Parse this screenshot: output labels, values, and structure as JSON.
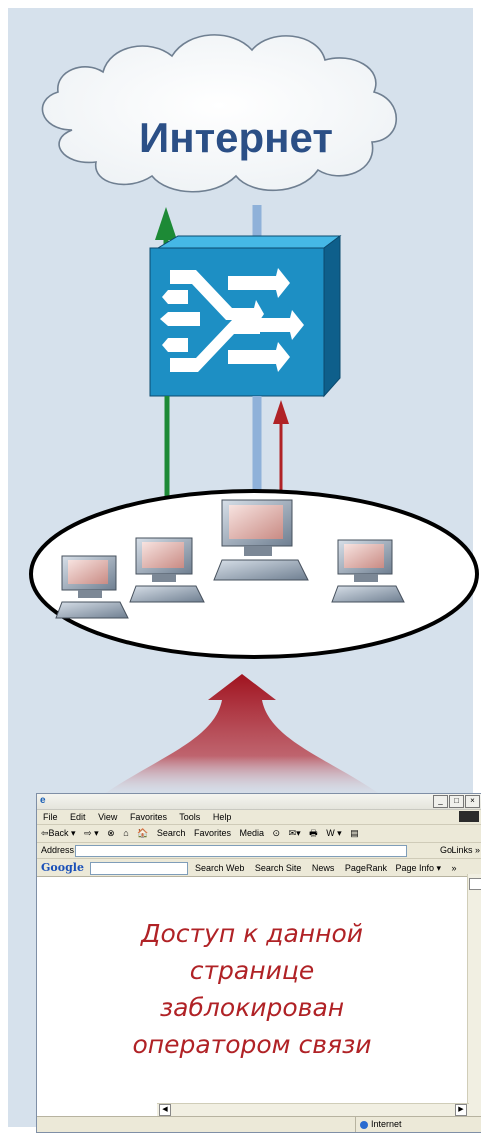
{
  "diagram": {
    "internet_label": "Интернет",
    "colors": {
      "panel": "#d6e1ec",
      "switch_front": "#1d8fc4",
      "switch_top": "#45b8e6",
      "switch_side": "#0e5f8b",
      "green_arrow": "#1d8a36",
      "red_arrow": "#b02226",
      "blue_link": "#8fb1d9"
    },
    "nodes": [
      "cloud-internet",
      "network-switch",
      "local-network",
      "computer-1",
      "computer-2",
      "computer-3",
      "computer-4"
    ]
  },
  "browser": {
    "menu": [
      "File",
      "Edit",
      "View",
      "Favorites",
      "Tools",
      "Help"
    ],
    "toolbar": [
      "⇦Back ▾",
      "⇨ ▾",
      "⊗",
      "⌂",
      "🏠",
      "Search",
      "Favorites",
      "Media",
      "⊙",
      "✉▾",
      "🖶",
      "W ▾",
      "▤"
    ],
    "address_label": "Address",
    "go_label": "Go",
    "links_label": "Links »",
    "google_label": "Google",
    "google_items": [
      "Search Web",
      "Search Site",
      "News",
      "PageRank",
      "Page Info ▾",
      "»"
    ],
    "status_zone": "Internet",
    "message": "Доступ к данной\nстранице\nзаблокирован\nоператором связи"
  }
}
